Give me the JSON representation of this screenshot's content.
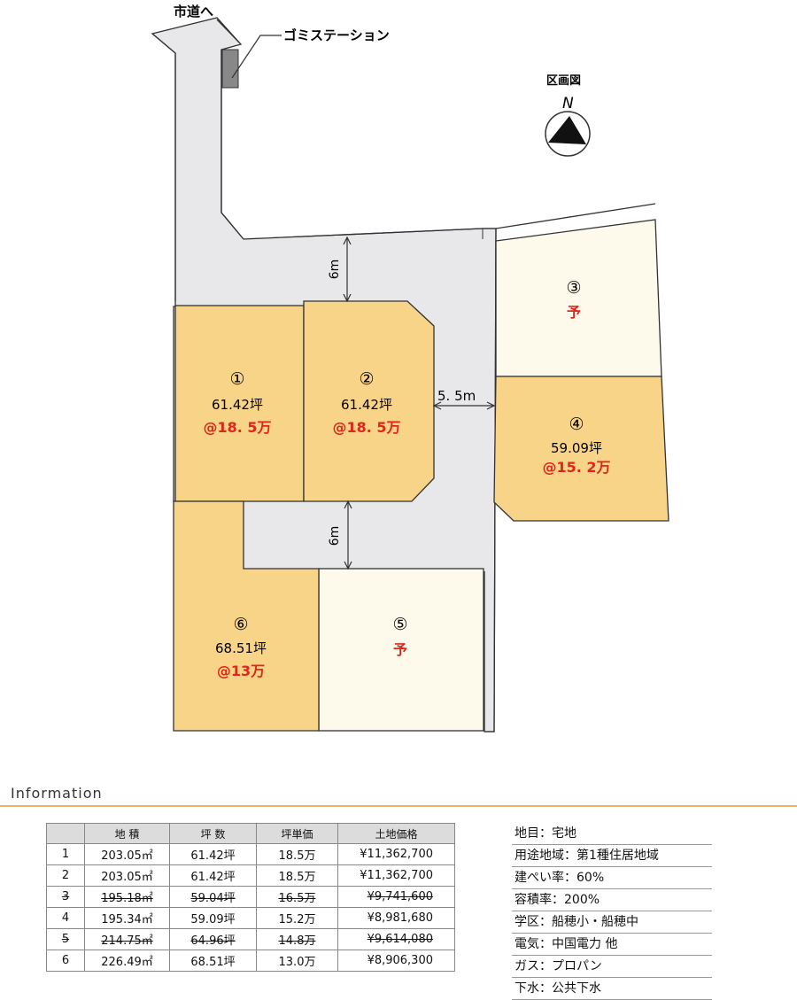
{
  "map": {
    "road_label": "市道へ",
    "garbage_label": "ゴミステーション",
    "north_title": "区画図",
    "north_letter": "N",
    "road_width_top": "6m",
    "road_width_side": "5. 5m",
    "road_width_bottom": "6m"
  },
  "lots": [
    {
      "no": "①",
      "area": "61.42坪",
      "price": "@18. 5万",
      "status": "available"
    },
    {
      "no": "②",
      "area": "61.42坪",
      "price": "@18. 5万",
      "status": "available"
    },
    {
      "no": "③",
      "area": "",
      "price": "予",
      "status": "reserved"
    },
    {
      "no": "④",
      "area": "59.09坪",
      "price": "@15. 2万",
      "status": "available"
    },
    {
      "no": "⑤",
      "area": "",
      "price": "予",
      "status": "reserved"
    },
    {
      "no": "⑥",
      "area": "68.51坪",
      "price": "@13万",
      "status": "available"
    }
  ],
  "info": {
    "title": "Information",
    "headers": [
      "",
      "地 積",
      "坪 数",
      "坪単価",
      "土地価格"
    ],
    "rows": [
      {
        "no": "1",
        "sqm": "203.05㎡",
        "tsubo": "61.42坪",
        "unit": "18.5万",
        "price": "¥11,362,700",
        "sold": false
      },
      {
        "no": "2",
        "sqm": "203.05㎡",
        "tsubo": "61.42坪",
        "unit": "18.5万",
        "price": "¥11,362,700",
        "sold": false
      },
      {
        "no": "3",
        "sqm": "195.18㎡",
        "tsubo": "59.04坪",
        "unit": "16.5万",
        "price": "¥9,741,600",
        "sold": true
      },
      {
        "no": "4",
        "sqm": "195.34㎡",
        "tsubo": "59.09坪",
        "unit": "15.2万",
        "price": "¥8,981,680",
        "sold": false
      },
      {
        "no": "5",
        "sqm": "214.75㎡",
        "tsubo": "64.96坪",
        "unit": "14.8万",
        "price": "¥9,614,080",
        "sold": true
      },
      {
        "no": "6",
        "sqm": "226.49㎡",
        "tsubo": "68.51坪",
        "unit": "13.0万",
        "price": "¥8,906,300",
        "sold": false
      }
    ],
    "specs": [
      "地目：宅地",
      "用途地域：第1種住居地域",
      "建ぺい率：60%",
      "容積率：200%",
      "学区：船穂小・船穂中",
      "電気：中国電力 他",
      "ガス：プロパン",
      "下水：公共下水"
    ]
  },
  "colors": {
    "available_lot": "#f8d488",
    "reserved_lot": "#fefaeb",
    "road": "#e8e8ea",
    "price_red": "#e0261c",
    "accent_line": "#f0b070"
  }
}
